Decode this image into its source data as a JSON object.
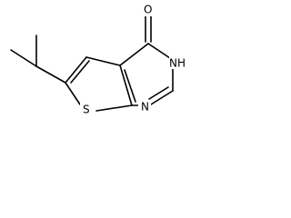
{
  "structure": {
    "atoms": {
      "oxygen": "O",
      "nh_nitrogen": "N",
      "nh_hydrogen": "H",
      "pyrimidine_nitrogen": "N",
      "sulfur": "S"
    }
  }
}
